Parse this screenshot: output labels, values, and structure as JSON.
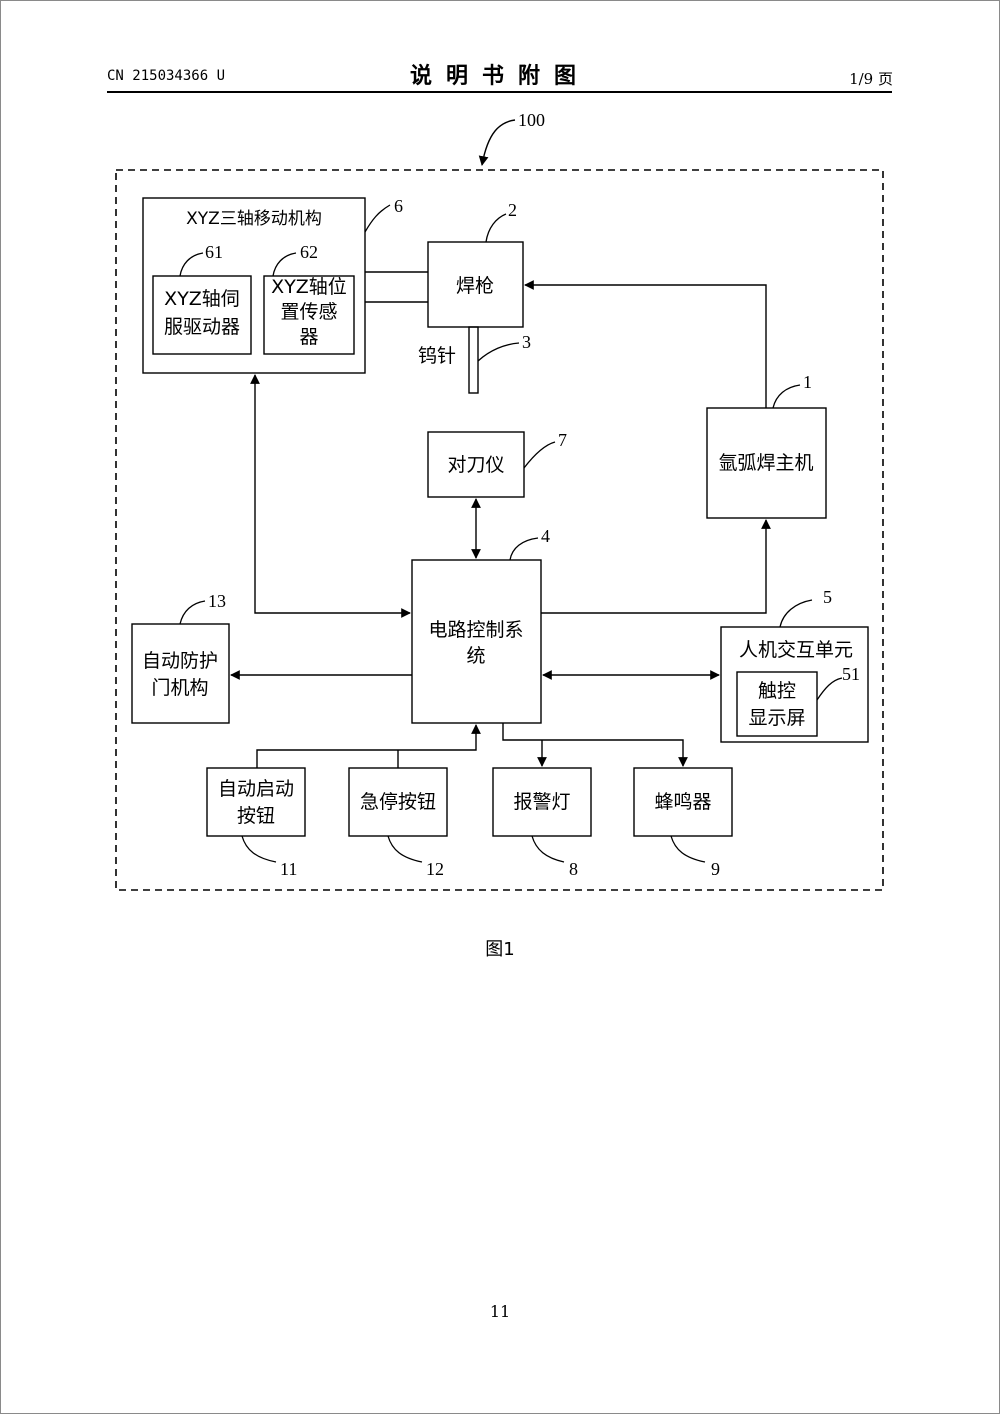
{
  "header": {
    "doc_number": "CN 215034366 U",
    "title": "说明书附图",
    "page_info": "1/9 页"
  },
  "figure": {
    "system_ref": "100",
    "caption": "图1",
    "blocks": {
      "xyz_mechanism": {
        "ref": "6",
        "line1": "XYZ三轴移动机构"
      },
      "servo_driver": {
        "ref": "61",
        "line1": "XYZ轴伺",
        "line2": "服驱动器"
      },
      "position_sensor": {
        "ref": "62",
        "line1": "XYZ轴位",
        "line2": "置传感",
        "line3": "器"
      },
      "welding_gun": {
        "ref": "2",
        "line1": "焊枪"
      },
      "tungsten_needle": {
        "ref": "3",
        "line1": "钨针"
      },
      "tool_setter": {
        "ref": "7",
        "line1": "对刀仪"
      },
      "argon_welder": {
        "ref": "1",
        "line1": "氩弧焊主机"
      },
      "control_system": {
        "ref": "4",
        "line1": "电路控制系",
        "line2": "统"
      },
      "protective_door": {
        "ref": "13",
        "line1": "自动防护",
        "line2": "门机构"
      },
      "hmi_unit": {
        "ref": "5",
        "line1": "人机交互单元"
      },
      "touch_display": {
        "ref": "51",
        "line1": "触控",
        "line2": "显示屏"
      },
      "auto_start_button": {
        "ref": "11",
        "line1": "自动启动",
        "line2": "按钮"
      },
      "emergency_stop": {
        "ref": "12",
        "line1": "急停按钮"
      },
      "alarm_light": {
        "ref": "8",
        "line1": "报警灯"
      },
      "buzzer": {
        "ref": "9",
        "line1": "蜂鸣器"
      }
    }
  },
  "footer": {
    "page_number": "11"
  }
}
